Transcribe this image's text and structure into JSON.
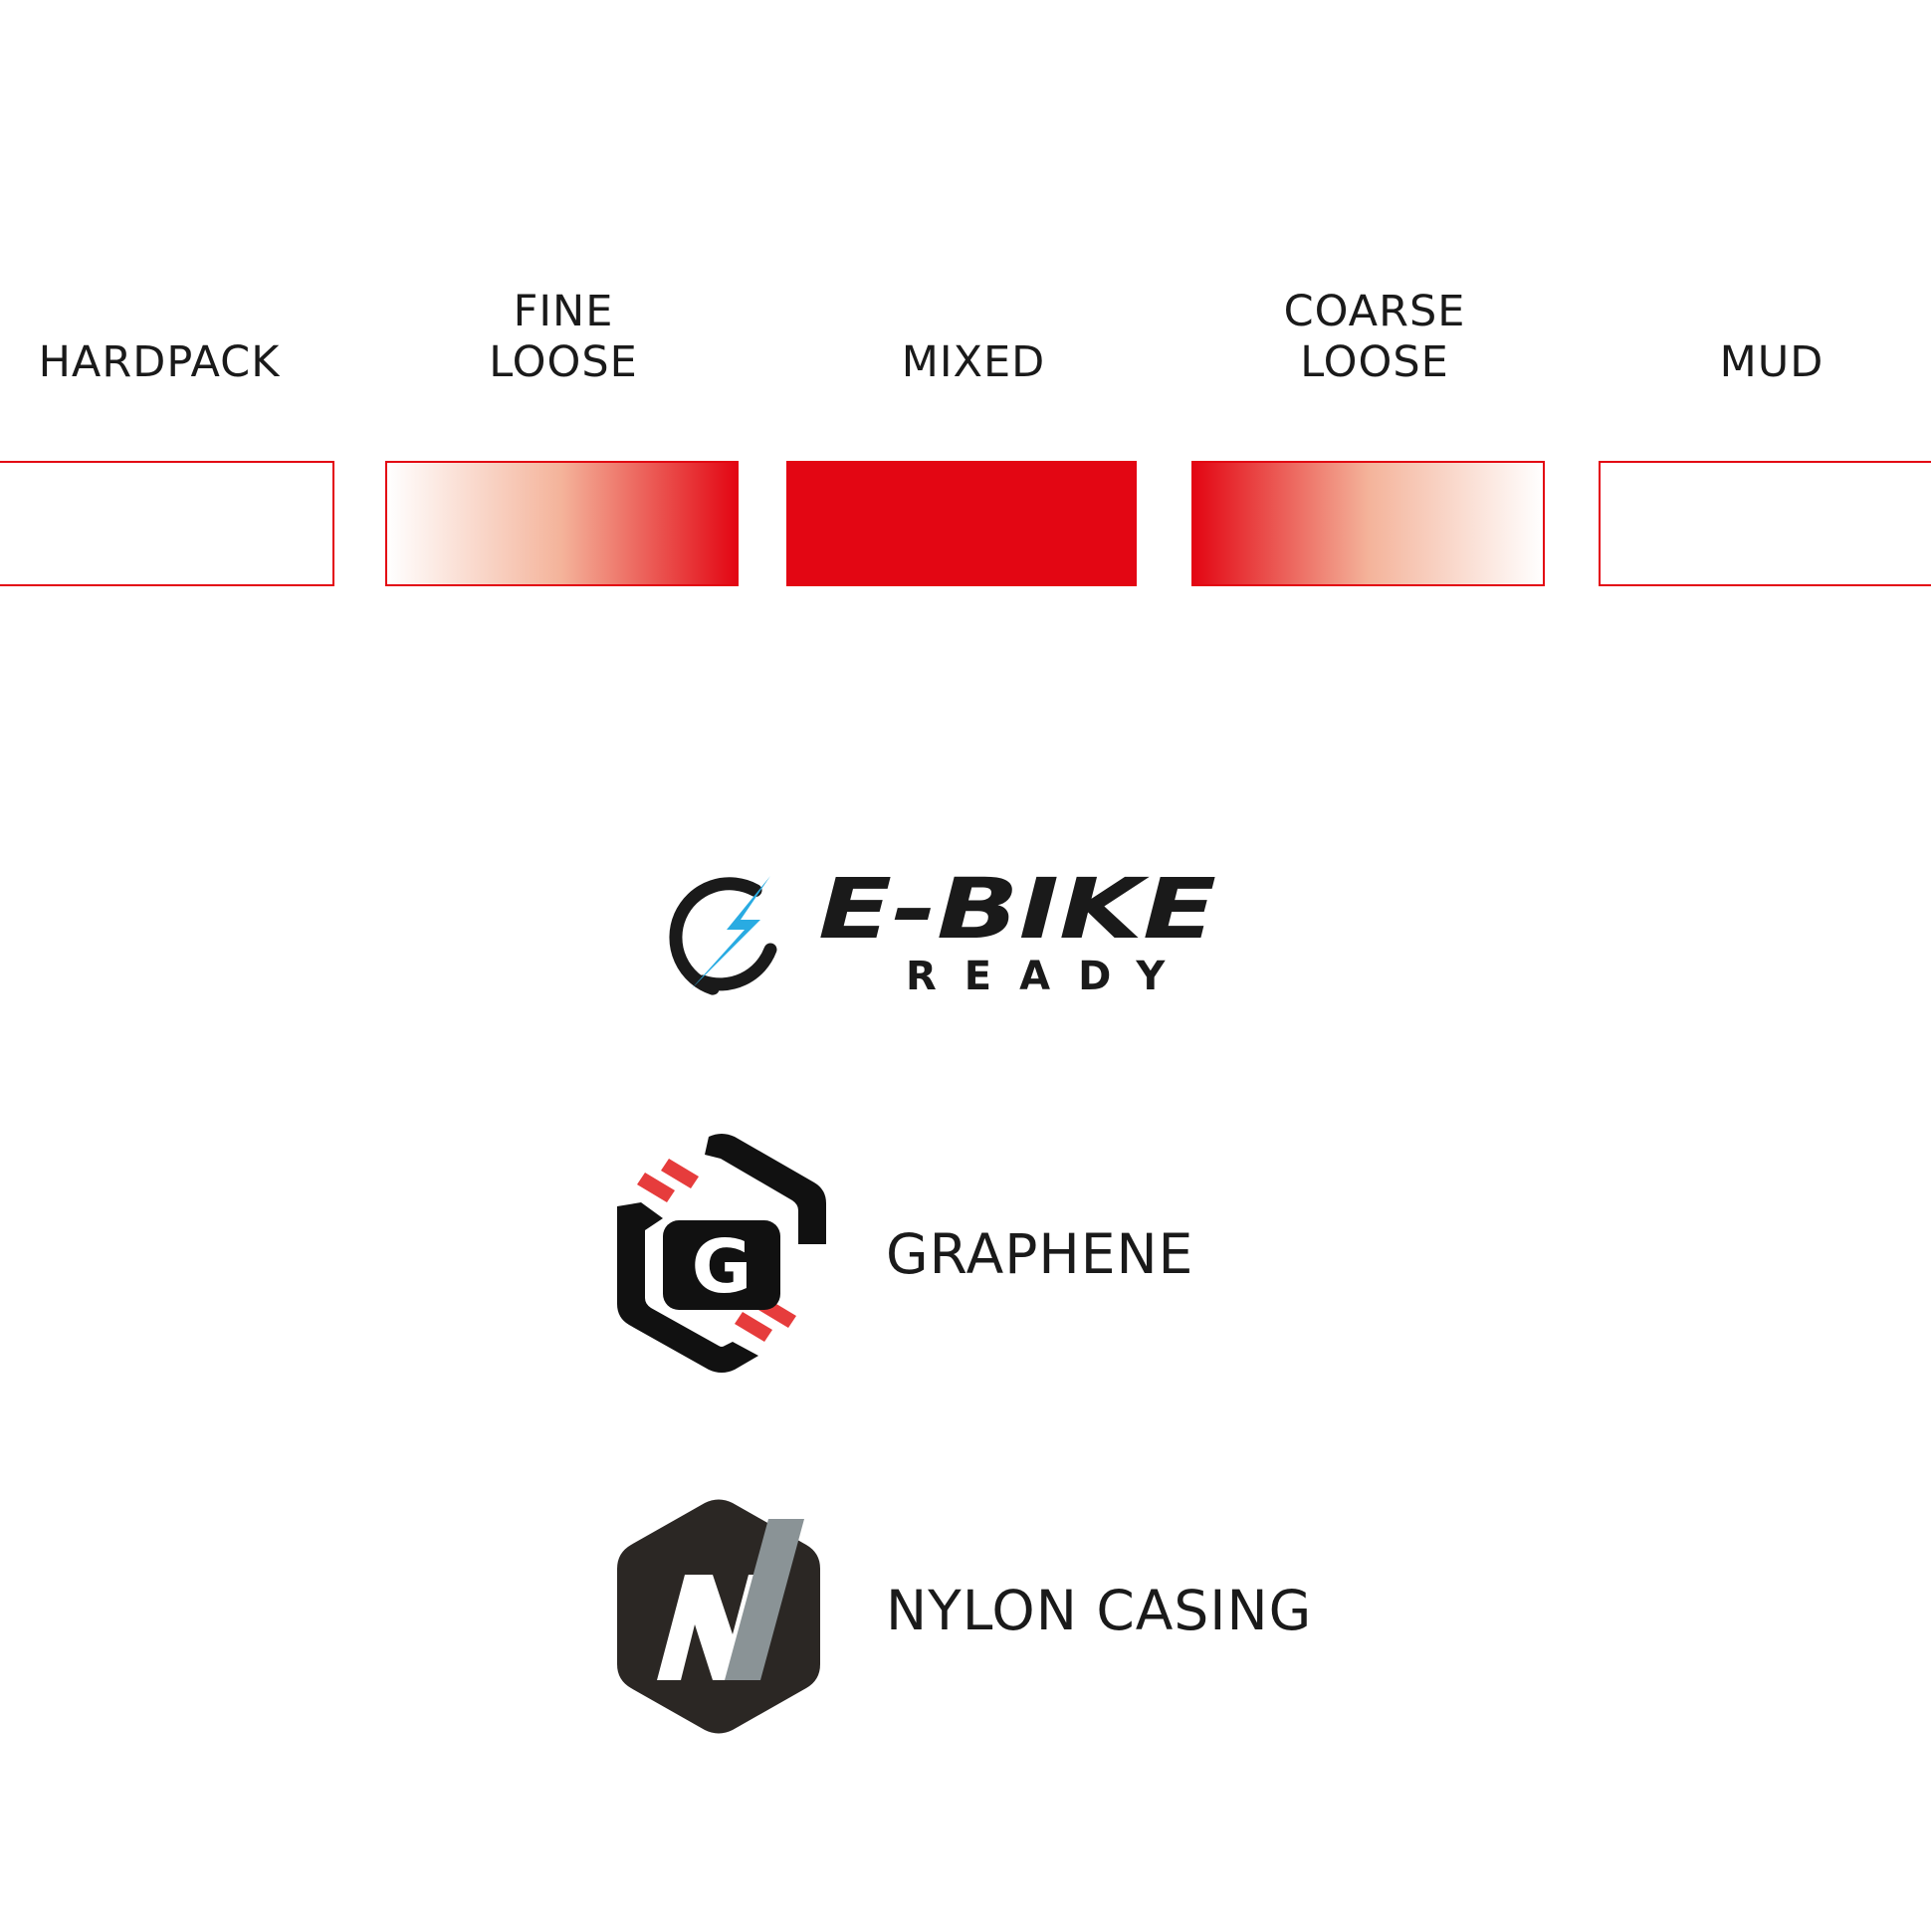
{
  "terrain": {
    "items": [
      {
        "label": "HARDPACK",
        "intensity": "empty"
      },
      {
        "label": "FINE\nLOOSE",
        "intensity": "gradient-increasing"
      },
      {
        "label": "MIXED",
        "intensity": "full"
      },
      {
        "label": "COARSE\nLOOSE",
        "intensity": "gradient-decreasing"
      },
      {
        "label": "MUD",
        "intensity": "empty"
      }
    ],
    "accent_color": "#e30613"
  },
  "features": {
    "ebike": {
      "icon": "ebike-ready-icon",
      "title": "E-BIKE",
      "subtitle": "READY",
      "bolt_color": "#29abe2"
    },
    "graphene": {
      "icon": "graphene-icon",
      "label": "GRAPHENE"
    },
    "nylon": {
      "icon": "nylon-casing-icon",
      "label": "NYLON CASING"
    }
  }
}
